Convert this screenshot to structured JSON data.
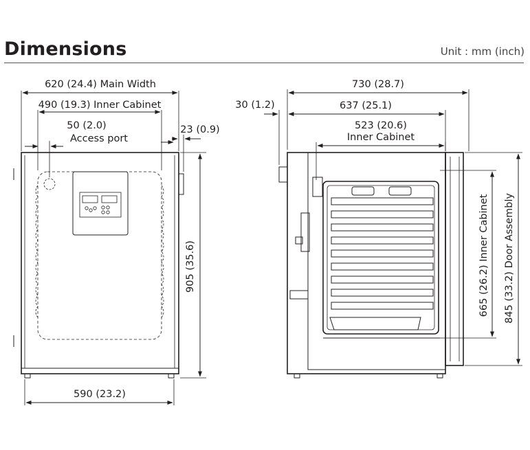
{
  "header": {
    "title": "Dimensions",
    "unit": "Unit : mm (inch)"
  },
  "front_view": {
    "main_width": "620 (24.4) Main Width",
    "inner_cabinet_width": "490 (19.3) Inner Cabinet",
    "access_port_offset": "50 (2.0)",
    "access_port_label": "Access port",
    "handle_depth": "23 (0.9)",
    "height": "905 (35.6)",
    "base_width": "590 (23.2)"
  },
  "side_view": {
    "total_depth": "730 (28.7)",
    "rear_offset": "30 (1.2)",
    "body_depth": "637 (25.1)",
    "inner_depth": "523 (20.6)",
    "inner_depth_label": "Inner Cabinet",
    "inner_height": "665 (26.2) Inner Cabinet",
    "door_height": "845 (33.2) Door Assembly"
  }
}
